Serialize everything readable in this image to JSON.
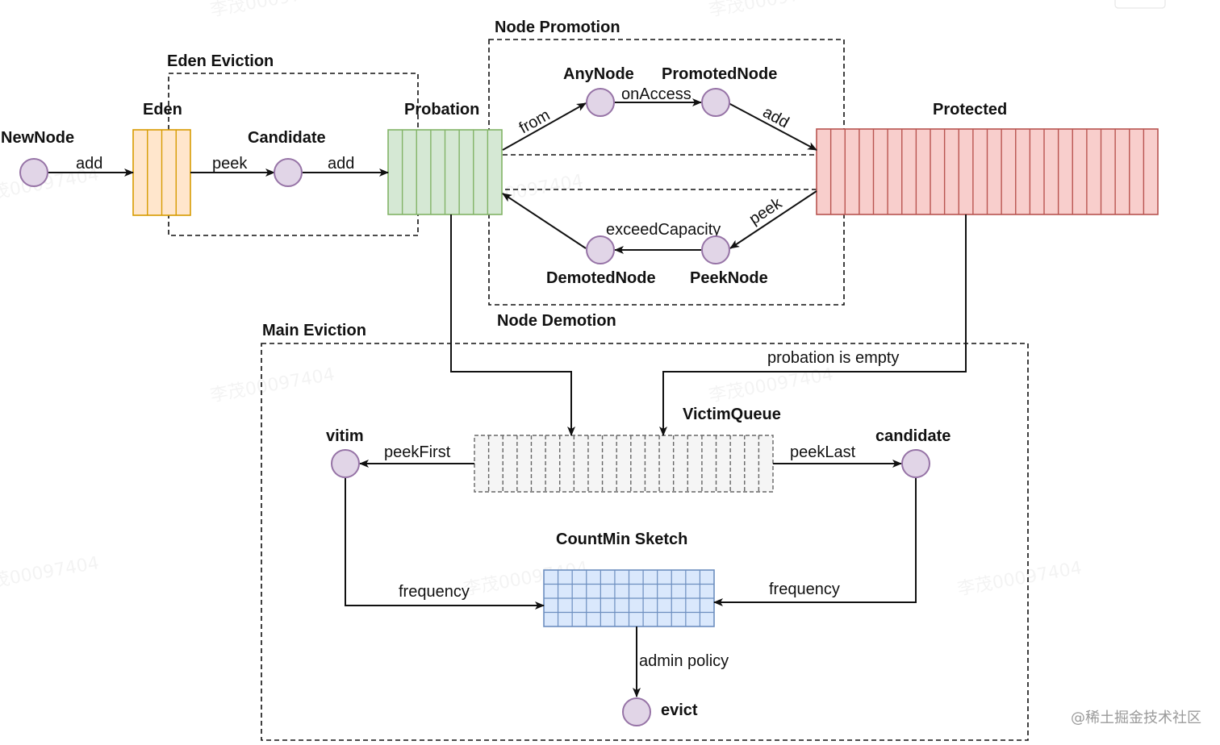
{
  "groups": {
    "eden_eviction": "Eden Eviction",
    "node_promotion": "Node Promotion",
    "node_demotion": "Node Demotion",
    "main_eviction": "Main Eviction"
  },
  "queues": {
    "eden": "Eden",
    "probation": "Probation",
    "protected": "Protected",
    "victim_queue": "VictimQueue",
    "countmin_sketch": "CountMin Sketch"
  },
  "nodes": {
    "new_node": "NewNode",
    "candidate": "Candidate",
    "any_node": "AnyNode",
    "promoted_node": "PromotedNode",
    "demoted_node": "DemotedNode",
    "peek_node": "PeekNode",
    "vitim": "vitim",
    "candidate_main": "candidate",
    "evict": "evict"
  },
  "edges": {
    "new_to_eden": "add",
    "eden_to_candidate": "peek",
    "candidate_to_probation": "add",
    "probation_to_any": "from",
    "any_to_promoted": "onAccess",
    "promoted_to_protected": "add",
    "protected_to_peek": "peek",
    "peek_to_demoted": "exceedCapacity",
    "probation_empty": "probation is empty",
    "peek_first": "peekFirst",
    "peek_last": "peekLast",
    "frequency_left": "frequency",
    "frequency_right": "frequency",
    "admin_policy": "admin policy"
  },
  "colors": {
    "node_fill": "#e1d5e7",
    "node_stroke": "#9673a6",
    "eden_fill": "#ffe6cc",
    "eden_stroke": "#d79b00",
    "probation_fill": "#d5e8d4",
    "probation_stroke": "#82b366",
    "protected_fill": "#f8cecc",
    "protected_stroke": "#b85450",
    "victim_fill": "#f5f5f5",
    "victim_stroke": "#666666",
    "sketch_fill": "#dae8fc",
    "sketch_stroke": "#6c8ebf"
  },
  "watermark": "李茂00097404",
  "credit": "@稀土掘金技术社区"
}
